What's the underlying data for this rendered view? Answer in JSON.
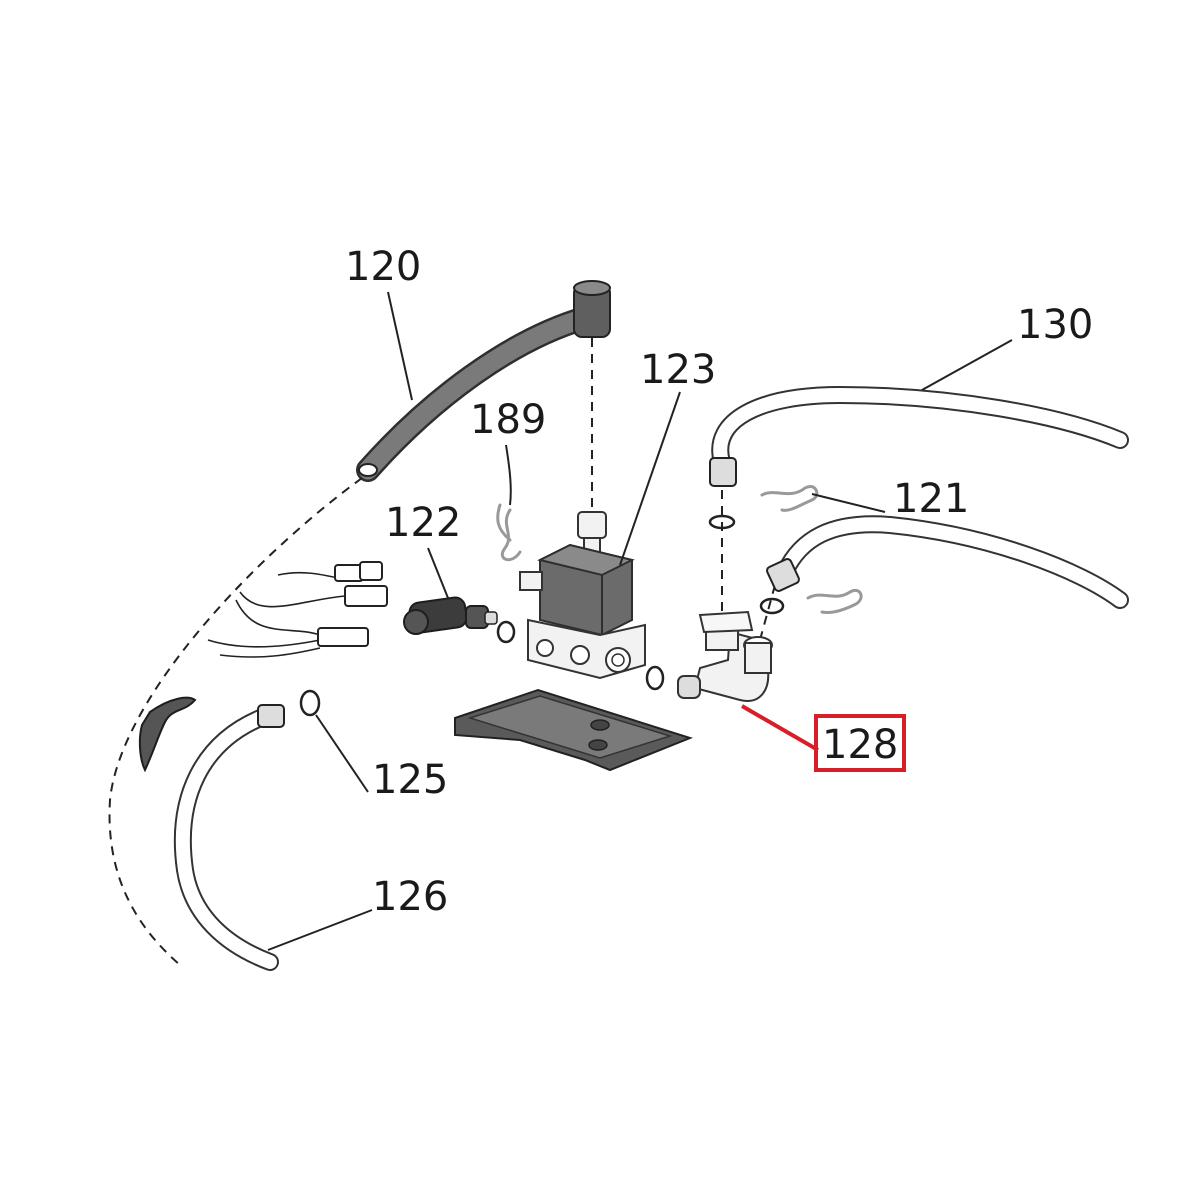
{
  "colors": {
    "highlight": "#d81e28",
    "ink": "#1a1a1a",
    "part_grey": "#6b6b6b",
    "background": "#ffffff"
  },
  "labels": {
    "p120": "120",
    "p123": "123",
    "p130": "130",
    "p189": "189",
    "p121": "121",
    "p122": "122",
    "p125": "125",
    "p126": "126",
    "p128": "128"
  }
}
